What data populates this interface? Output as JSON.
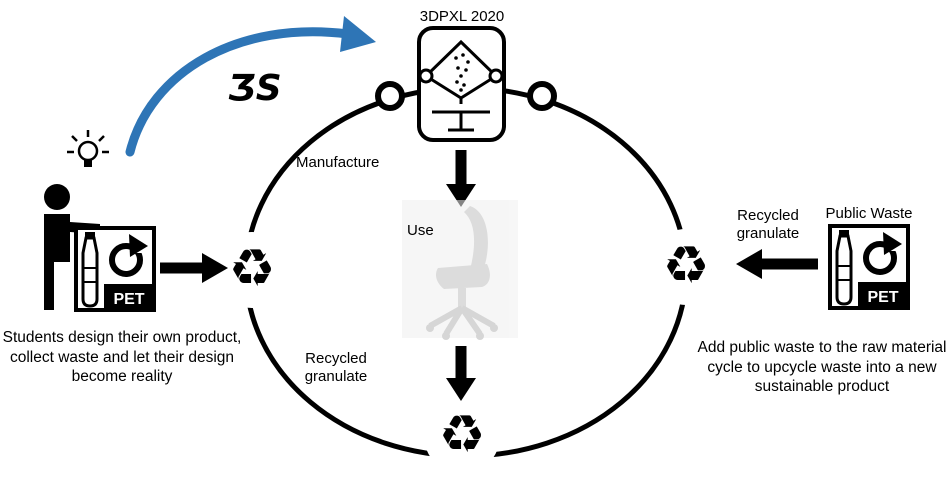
{
  "printer_label": "3DPXL 2020",
  "ds_logo": "ƷS",
  "pet_label": "PET",
  "labels": {
    "manufacture": "Manufacture",
    "use": "Use",
    "recycled_granulate": "Recycled granulate",
    "public_waste": "Public Waste"
  },
  "paragraphs": {
    "left": "Students design their own product, collect waste and let their design become reality",
    "right": "Add public waste to the raw material cycle to upcycle waste into a new sustainable product"
  },
  "icons": {
    "recycle": "♻"
  },
  "colors": {
    "arrow_blue": "#2e75b6",
    "diagram_ink": "#000000",
    "chair_gray": "#c0c0c0"
  }
}
